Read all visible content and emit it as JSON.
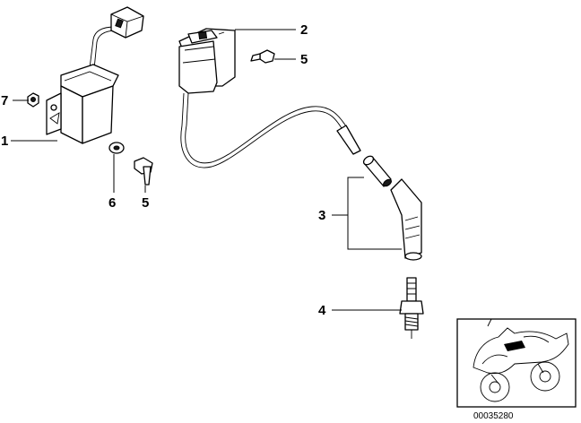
{
  "callouts": [
    {
      "id": "1",
      "label": "1"
    },
    {
      "id": "2",
      "label": "2"
    },
    {
      "id": "3",
      "label": "3"
    },
    {
      "id": "4",
      "label": "4"
    },
    {
      "id": "5a",
      "label": "5"
    },
    {
      "id": "5b",
      "label": "5"
    },
    {
      "id": "6",
      "label": "6"
    },
    {
      "id": "7",
      "label": "7"
    }
  ],
  "diagram_number": "00035280"
}
